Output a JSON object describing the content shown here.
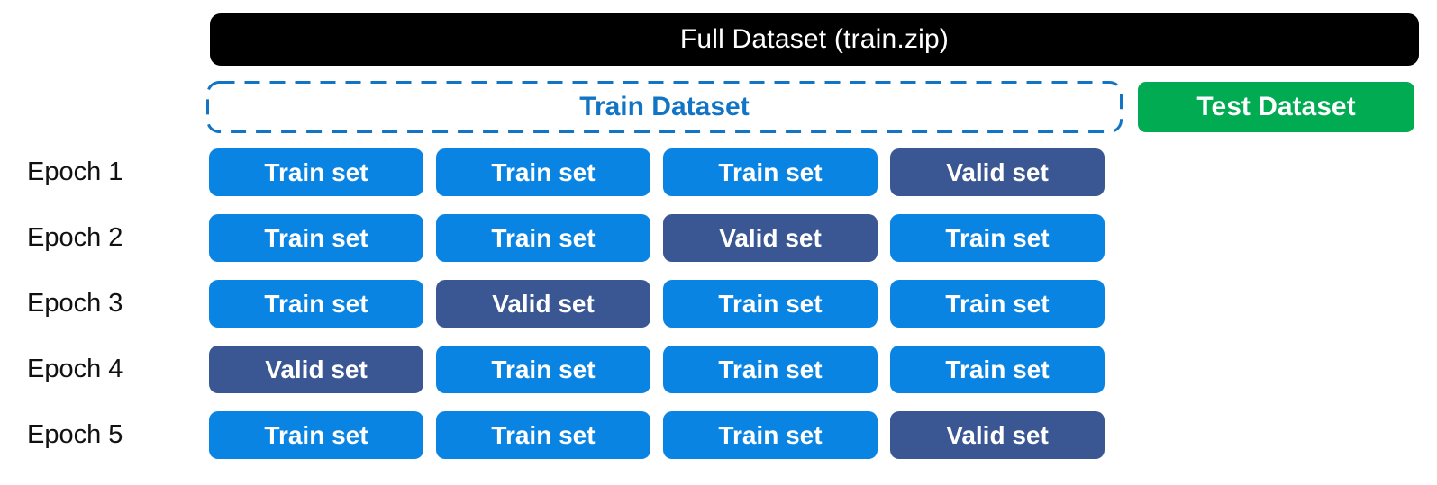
{
  "diagram_title": "Full Dataset (train.zip)",
  "colors": {
    "full_dataset_bg": "#000000",
    "train_set": "#0984e3",
    "valid_set": "#3a5794",
    "test_dataset": "#00ab52",
    "train_dataset_blue": "#1274c5"
  },
  "header": {
    "full_dataset_label": "Full Dataset (train.zip)"
  },
  "datasets": {
    "train": {
      "label": "Train Dataset"
    },
    "test": {
      "label": "Test Dataset"
    }
  },
  "cell_labels": {
    "train": "Train set",
    "valid": "Valid set"
  },
  "epochs": [
    {
      "label": "Epoch 1",
      "cells": [
        "train",
        "train",
        "train",
        "valid"
      ]
    },
    {
      "label": "Epoch 2",
      "cells": [
        "train",
        "train",
        "valid",
        "train"
      ]
    },
    {
      "label": "Epoch 3",
      "cells": [
        "train",
        "valid",
        "train",
        "train"
      ]
    },
    {
      "label": "Epoch 4",
      "cells": [
        "valid",
        "train",
        "train",
        "train"
      ]
    },
    {
      "label": "Epoch 5",
      "cells": [
        "train",
        "train",
        "train",
        "valid"
      ]
    }
  ]
}
